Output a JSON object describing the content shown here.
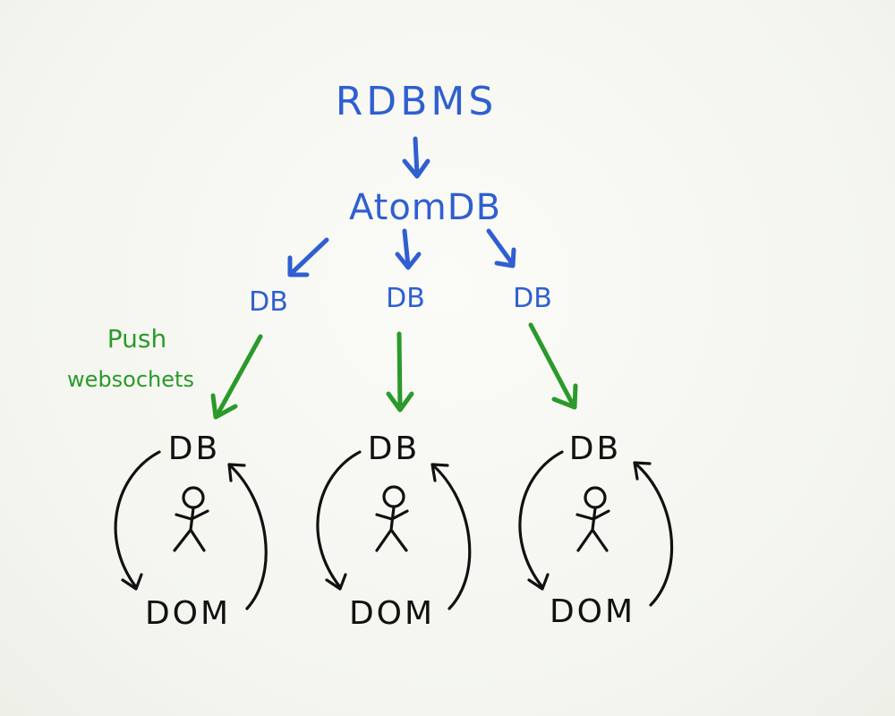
{
  "nodes": {
    "rdbms": "RDBMS",
    "atomdb": "AtomDB",
    "mid_db": [
      "DB",
      "DB",
      "DB"
    ],
    "client_db": [
      "DB",
      "DB",
      "DB"
    ],
    "client_dom": [
      "DOM",
      "DOM",
      "DOM"
    ]
  },
  "annotation": {
    "line1": "Push",
    "line2": "websochets"
  },
  "colors": {
    "server": "#2f5fd0",
    "push": "#2a9a2a",
    "client": "#111111"
  }
}
